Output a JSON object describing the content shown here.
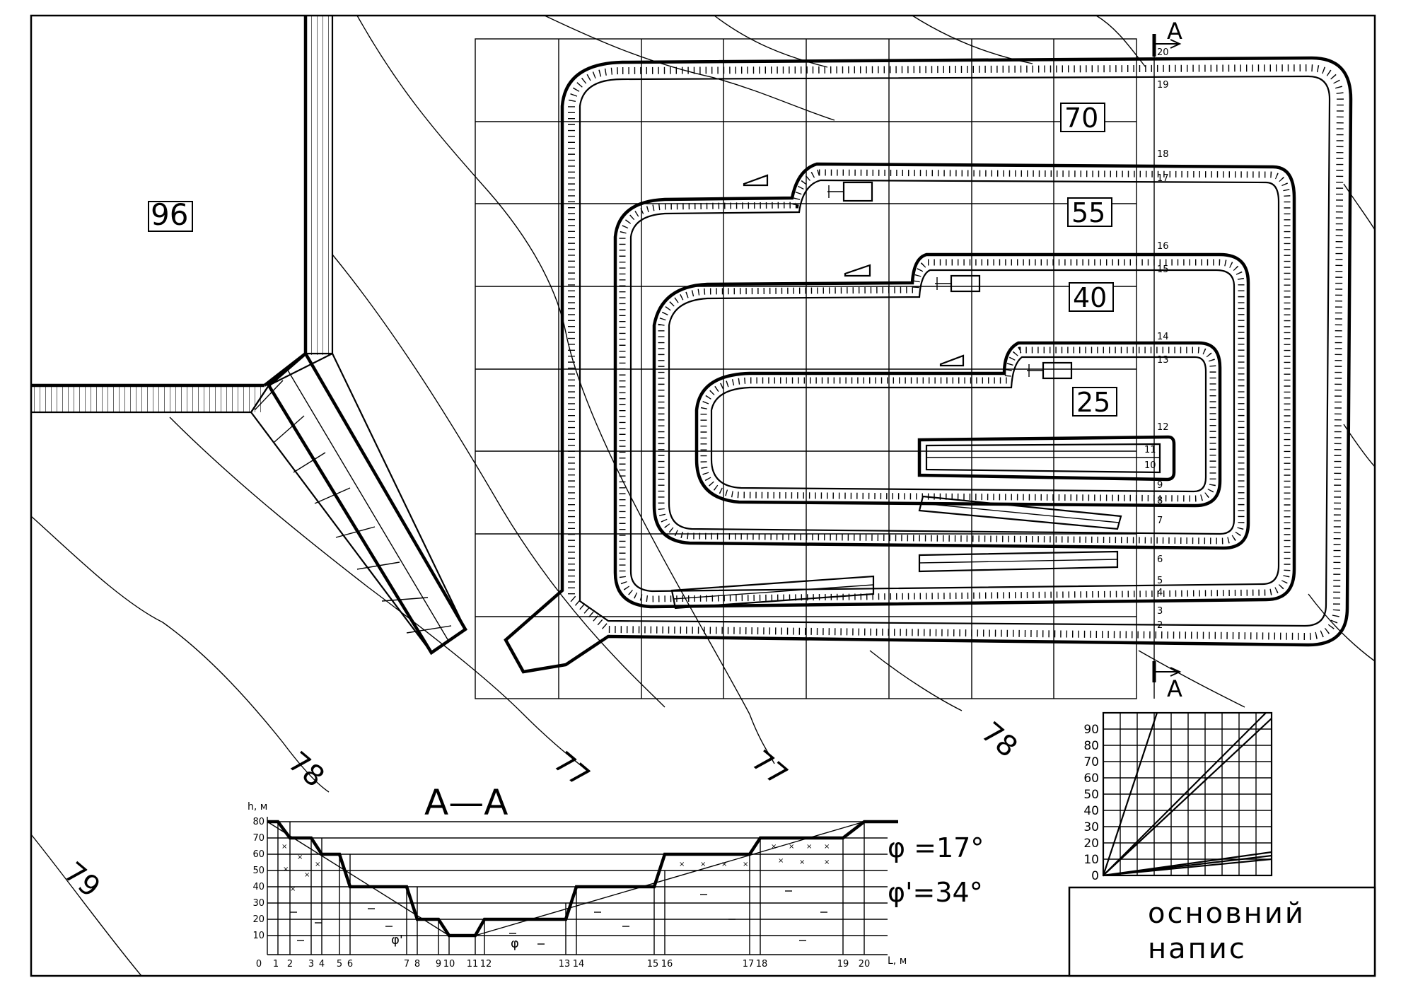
{
  "plan": {
    "outside_label": "96",
    "level_labels": [
      "70",
      "55",
      "40",
      "25"
    ],
    "section_marker_top": "A",
    "section_marker_bottom": "A",
    "profile_points_top": [
      "20",
      "19",
      "18",
      "17",
      "16",
      "15",
      "14",
      "13",
      "12",
      "11",
      "10",
      "9",
      "8",
      "7",
      "6",
      "5",
      "4",
      "3",
      "2"
    ]
  },
  "contours": [
    "78",
    "77",
    "77",
    "78",
    "79"
  ],
  "section": {
    "title": "A—A",
    "y_axis_label": "h, м",
    "x_axis_label": "L, м",
    "y_ticks": [
      "10",
      "20",
      "30",
      "40",
      "50",
      "60",
      "70",
      "80"
    ],
    "x_ticks": [
      "0",
      "1",
      "2",
      "3",
      "4",
      "5",
      "6",
      "7",
      "8",
      "9",
      "10",
      "11",
      "12",
      "13",
      "14",
      "15",
      "16",
      "17",
      "18",
      "19",
      "20"
    ],
    "angle_mark_left": "φ'",
    "angle_mark_right": "φ",
    "phi_label": "φ =17°",
    "phi_prime_label": "φ'=34°"
  },
  "nomogram": {
    "y_ticks": [
      "0",
      "10",
      "20",
      "30",
      "40",
      "50",
      "60",
      "70",
      "80",
      "90"
    ]
  },
  "title_block": {
    "line1": "основний",
    "line2": "напис"
  }
}
